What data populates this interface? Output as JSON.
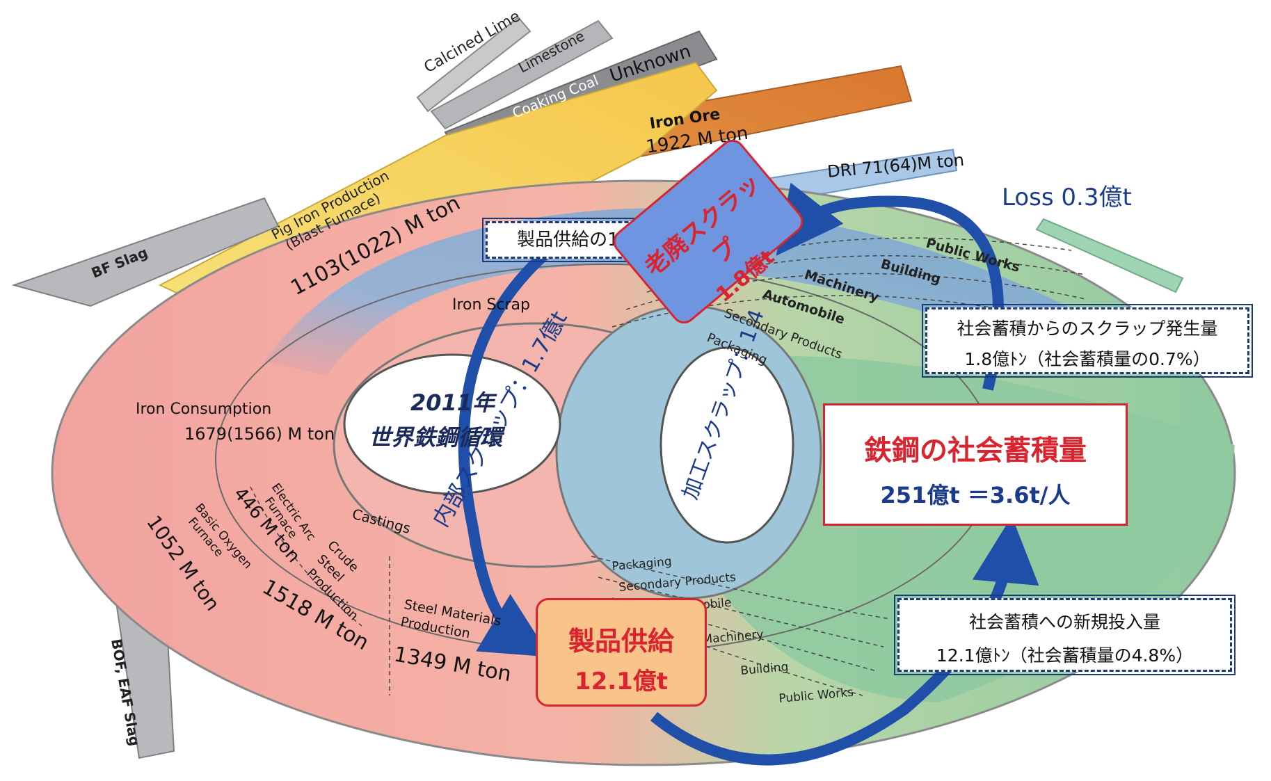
{
  "title": {
    "year": "2011年",
    "name": "世界鉄鋼循環"
  },
  "inputs": {
    "calcined_lime": "Calcined Lime",
    "limestone": "Limestone",
    "coaking_coal": "Coaking Coal",
    "unknown": "Unknown",
    "iron_ore_label": "Iron Ore",
    "iron_ore_value": "1922 M ton",
    "dri": "DRI  71(64)M ton",
    "bf_slag": "BF Slag",
    "pig_iron_line1": "Pig Iron Production",
    "pig_iron_line2": "(Blast Furnace)",
    "pig_iron_value": "1103(1022) M ton"
  },
  "ring": {
    "iron_scrap": "Iron Scrap",
    "iron_consumption_label": "Iron Consumption",
    "iron_consumption_value": "1679(1566) M ton",
    "eaf_line1": "Electric Arc",
    "eaf_line2": "Furnace",
    "eaf_value": "446 M ton",
    "bof_line1": "Basic Oxygen",
    "bof_line2": "Furnace",
    "bof_value": "1052 M ton",
    "castings": "Castings",
    "crude_line1": "Crude",
    "crude_line2": "Steel",
    "crude_line3": "Production",
    "crude_value": "1518 M ton",
    "steel_mat_line1": "Steel Materials",
    "steel_mat_line2": "Production",
    "steel_mat_value": "1349 M ton",
    "bof_eaf_slag": "BOF, EAF Slag",
    "internal_scrap": "内部スクラップ：1.7億t",
    "process_scrap": "加工スクラップ：1.4",
    "loss": "Loss 0.3億t"
  },
  "sectors_top": [
    "Public Works",
    "Building",
    "Machinery",
    "Automobile",
    "Secondary Products",
    "Packaging"
  ],
  "sectors_bottom": [
    "Packaging",
    "Secondary Products",
    "Automobile",
    "Machinery",
    "Building",
    "Public Works"
  ],
  "boxes": {
    "supply_share": "製品供給の15%",
    "old_scrap_line1": "老廃スクラップ",
    "old_scrap_line2": "1.8億t",
    "scrap_gen_line1": "社会蓄積からのスクラップ発生量",
    "scrap_gen_line2": "1.8億ﾄﾝ（社会蓄積量の0.7%）",
    "stock_line1": "鉄鋼の社会蓄積量",
    "stock_line2": "251億t ＝3.6t/人",
    "new_input_line1": "社会蓄積への新規投入量",
    "new_input_line2": "12.1億ﾄﾝ（社会蓄積量の4.8%）",
    "supply_line1": "製品供給",
    "supply_line2": "12.1億t"
  },
  "colors": {
    "scrap_blue": "#7aa3cf",
    "stock_green": "#8ec9a0",
    "production_pink": "#f2a3a0",
    "pig_iron_yellow": "#f5d84a",
    "iron_ore_orange": "#e0883a",
    "slag_gray": "#a8aaad",
    "arrow_blue": "#1f4fa8",
    "highlight_red": "#d9232e"
  }
}
